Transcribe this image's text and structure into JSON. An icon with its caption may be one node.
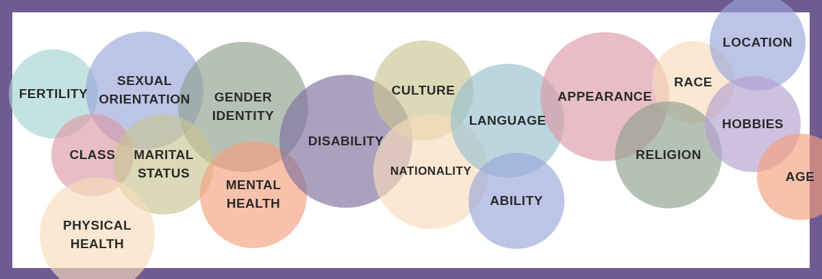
{
  "diagram": {
    "nodes": [
      {
        "text": [
          "FERTILITY"
        ]
      },
      {
        "text": [
          "SEXUAL ORIENTATION"
        ]
      },
      {
        "text": [
          "GENDER IDENTITY"
        ]
      },
      {
        "text": [
          "CLASS"
        ]
      },
      {
        "text": [
          "MARITAL STATUS"
        ]
      },
      {
        "text": [
          "MENTAL HEALTH"
        ]
      },
      {
        "text": [
          "PHYSICAL HEALTH"
        ]
      },
      {
        "text": [
          "DISABILITY"
        ]
      },
      {
        "text": [
          "CULTURE"
        ]
      },
      {
        "text": [
          "NATIONALITY"
        ]
      },
      {
        "text": [
          "LANGUAGE"
        ]
      },
      {
        "text": [
          "ABILITY"
        ]
      },
      {
        "text": [
          "APPEARANCE"
        ]
      },
      {
        "text": [
          "RACE"
        ]
      },
      {
        "text": [
          "RELIGION"
        ]
      },
      {
        "text": [
          "LOCATION"
        ]
      },
      {
        "text": [
          "HOBBIES"
        ]
      },
      {
        "text": [
          "AGE"
        ]
      }
    ],
    "edges": []
  }
}
